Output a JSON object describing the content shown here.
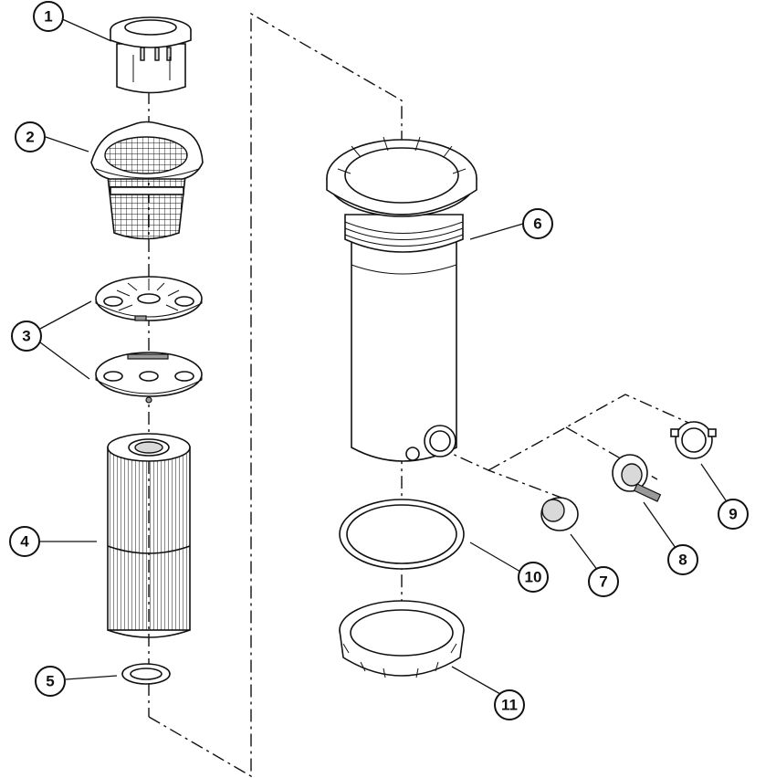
{
  "diagram": {
    "type": "exploded-parts-diagram",
    "callouts": [
      {
        "id": "callout-1",
        "number": "1"
      },
      {
        "id": "callout-2",
        "number": "2"
      },
      {
        "id": "callout-3",
        "number": "3"
      },
      {
        "id": "callout-4",
        "number": "4"
      },
      {
        "id": "callout-5",
        "number": "5"
      },
      {
        "id": "callout-6",
        "number": "6"
      },
      {
        "id": "callout-7",
        "number": "7"
      },
      {
        "id": "callout-8",
        "number": "8"
      },
      {
        "id": "callout-9",
        "number": "9"
      },
      {
        "id": "callout-10",
        "number": "10"
      },
      {
        "id": "callout-11",
        "number": "11"
      }
    ]
  }
}
